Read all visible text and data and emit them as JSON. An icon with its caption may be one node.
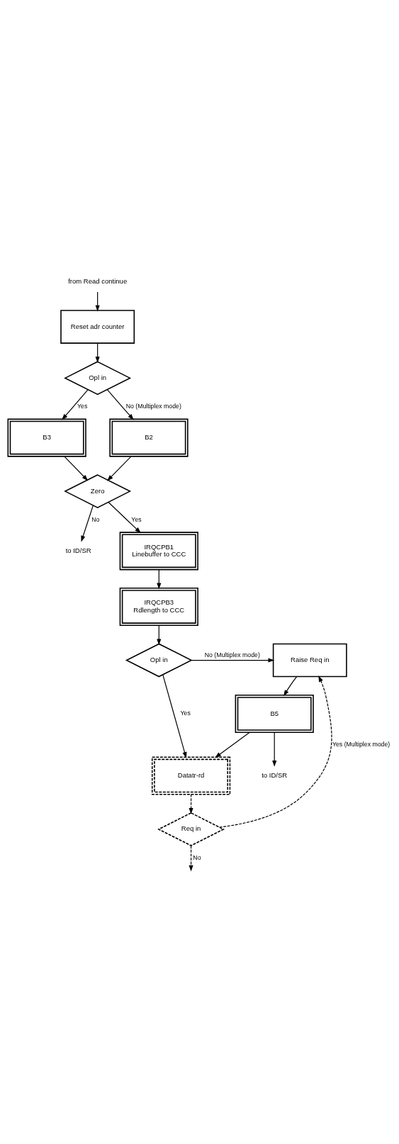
{
  "diagram": {
    "nodes": [
      {
        "text": [
          "from Read continue"
        ]
      },
      {
        "text": [
          "Reset adr counter"
        ]
      },
      {
        "text": [
          "Opl in"
        ]
      },
      {
        "text": [
          "B3"
        ]
      },
      {
        "text": [
          "B2"
        ]
      },
      {
        "text": [
          "Zero"
        ]
      },
      {
        "text": [
          "to ID/SR"
        ]
      },
      {
        "text": [
          "IRQCPB1",
          "Linebuffer to CCC"
        ]
      },
      {
        "text": [
          "IRQCPB3",
          "Rdlength to CCC"
        ]
      },
      {
        "text": [
          "Opl in"
        ]
      },
      {
        "text": [
          "Raise Req in"
        ]
      },
      {
        "text": [
          "B5"
        ]
      },
      {
        "text": [
          "to ID/SR"
        ]
      },
      {
        "text": [
          "Datatr-rd"
        ]
      },
      {
        "text": [
          "Req in"
        ]
      }
    ],
    "edges": [
      {
        "from": 0,
        "to": 1,
        "arrow": "to"
      },
      {
        "from": 1,
        "to": 2,
        "arrow": "to"
      },
      {
        "from": 2,
        "to": 3,
        "arrow": "to",
        "label": "Yes"
      },
      {
        "from": 2,
        "to": 4,
        "arrow": "to",
        "label": "No (Multiplex mode)"
      },
      {
        "from": 3,
        "to": 5,
        "arrow": "to"
      },
      {
        "from": 4,
        "to": 5,
        "arrow": "to"
      },
      {
        "from": 5,
        "to": 6,
        "arrow": "to",
        "label": "No"
      },
      {
        "from": 5,
        "to": 7,
        "arrow": "to",
        "label": "Yes"
      },
      {
        "from": 7,
        "to": 8,
        "arrow": "to"
      },
      {
        "from": 8,
        "to": 9,
        "arrow": "to"
      },
      {
        "from": 9,
        "to": 10,
        "arrow": "to",
        "label": "No (Multiplex mode)"
      },
      {
        "from": 9,
        "to": 13,
        "arrow": "to",
        "label": "Yes"
      },
      {
        "from": 10,
        "to": 11,
        "arrow": "to"
      },
      {
        "from": 11,
        "to": 13,
        "arrow": "to"
      },
      {
        "from": 11,
        "to": 12,
        "arrow": "to"
      },
      {
        "from": 13,
        "to": 14,
        "arrow": "to",
        "style": "dashed"
      },
      {
        "from": 14,
        "to": 10,
        "arrow": "to",
        "label": "Yes (Multiplex mode)",
        "style": "dashed"
      },
      {
        "from": 14,
        "to": null,
        "arrow": "to",
        "label": "No",
        "style": "dashed"
      }
    ]
  }
}
